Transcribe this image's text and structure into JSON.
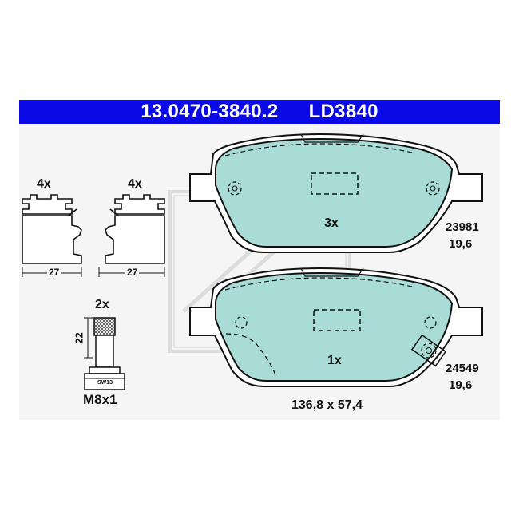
{
  "header": {
    "part_number": "13.0470-3840.2",
    "product_code": "LD3840"
  },
  "clips": {
    "left_quantity": "4x",
    "right_quantity": "4x",
    "left_width": "27",
    "right_width": "27"
  },
  "bolt": {
    "quantity": "2x",
    "length": "22",
    "wrench_size": "SW13",
    "thread": "M8x1"
  },
  "upper_pad": {
    "quantity": "3x",
    "wva_number": "23981",
    "thickness": "19,6"
  },
  "lower_pad": {
    "quantity": "1x",
    "wva_number": "24549",
    "thickness": "19,6"
  },
  "pad_dimensions": "136,8 x 57,4",
  "colors": {
    "header_bar": "#0a0ae6",
    "pad_fill": "#a9dcd6",
    "drawing_background": "#f5f5f5"
  }
}
